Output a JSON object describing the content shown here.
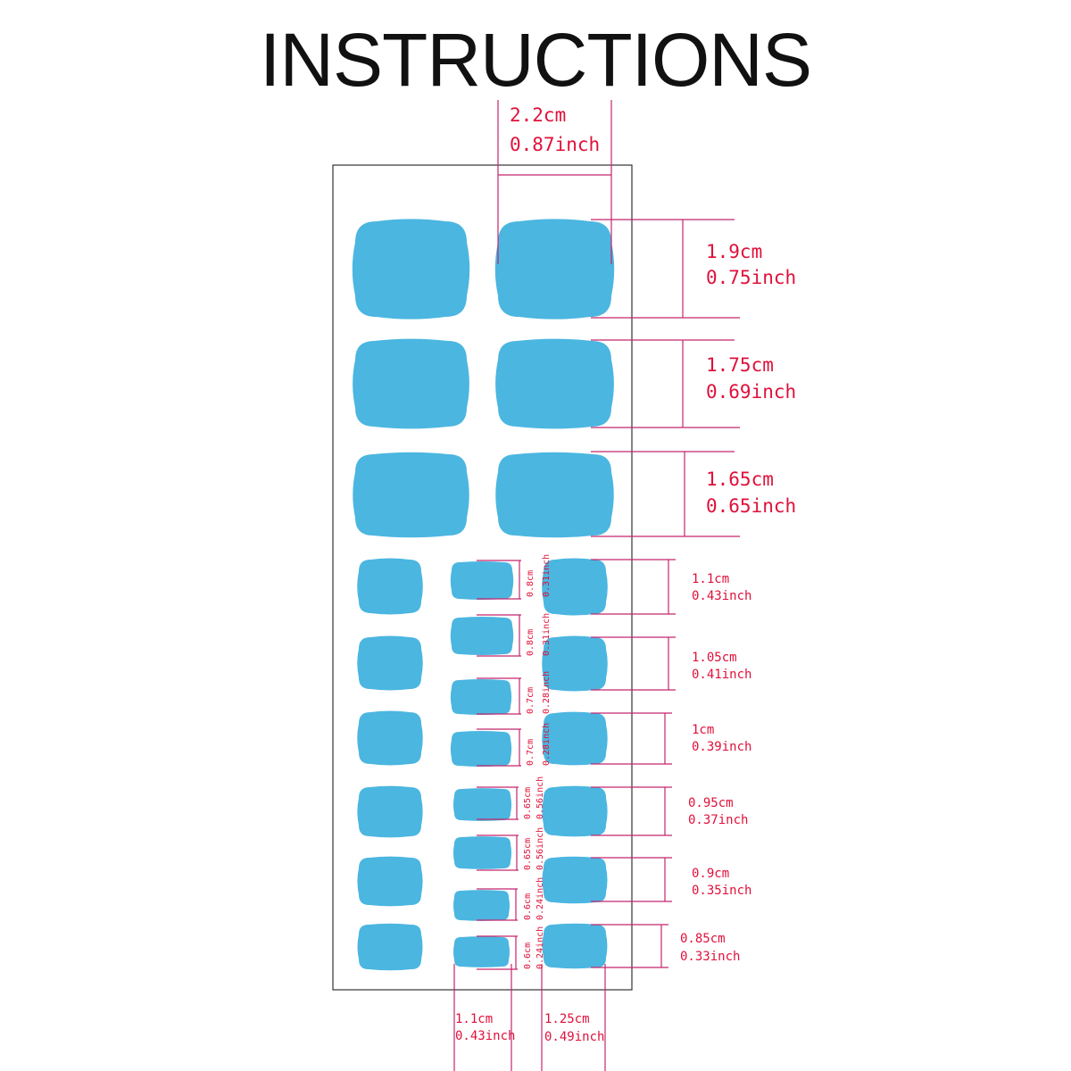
{
  "title": "INSTRUCTIONS",
  "colors": {
    "nail": "#4bb6e0",
    "dimension_line": "#c4266d",
    "label_text": "#e0103a",
    "sheet_border": "#333333"
  },
  "labels": {
    "top_width": {
      "cm": "2.2cm",
      "inch": "0.87inch"
    },
    "large_1": {
      "cm": "1.9cm",
      "inch": "0.75inch"
    },
    "large_2": {
      "cm": "1.75cm",
      "inch": "0.69inch"
    },
    "large_3": {
      "cm": "1.65cm",
      "inch": "0.65inch"
    },
    "right_1": {
      "cm": "1.1cm",
      "inch": "0.43inch"
    },
    "right_2": {
      "cm": "1.05cm",
      "inch": "0.41inch"
    },
    "right_3": {
      "cm": "1cm",
      "inch": "0.39inch"
    },
    "right_4": {
      "cm": "0.95cm",
      "inch": "0.37inch"
    },
    "right_5": {
      "cm": "0.9cm",
      "inch": "0.35inch"
    },
    "right_6": {
      "cm": "0.85cm",
      "inch": "0.33inch"
    },
    "small_1": {
      "cm": "0.8cm",
      "inch": "0.31inch"
    },
    "small_2": {
      "cm": "0.8cm",
      "inch": "0.31inch"
    },
    "small_3": {
      "cm": "0.7cm",
      "inch": "0.28inch"
    },
    "small_4": {
      "cm": "0.7cm",
      "inch": "0.28inch"
    },
    "small_5": {
      "cm": "0.65cm",
      "inch": "0.56inch"
    },
    "small_6": {
      "cm": "0.65cm",
      "inch": "0.56inch"
    },
    "small_7": {
      "cm": "0.6cm",
      "inch": "0.24inch"
    },
    "small_8": {
      "cm": "0.6cm",
      "inch": "0.24inch"
    },
    "bottom_small_width": {
      "cm": "1.1cm",
      "inch": "0.43inch"
    },
    "bottom_right_width": {
      "cm": "1.25cm",
      "inch": "0.49inch"
    }
  }
}
